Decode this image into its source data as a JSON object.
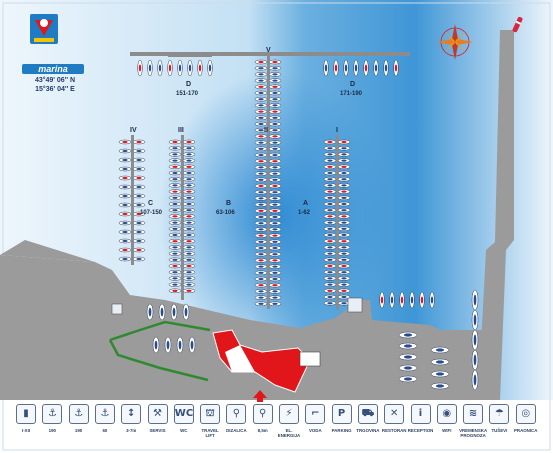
{
  "header": {
    "brand": "marina",
    "latitude": "43°49' 06'' N",
    "longitude": "15°36' 04'' E"
  },
  "piers": {
    "roman": [
      "IV",
      "III",
      "II",
      "I",
      "V"
    ],
    "zones": [
      {
        "letter": "A",
        "range": "1-62"
      },
      {
        "letter": "B",
        "range": "63-106"
      },
      {
        "letter": "C",
        "range": "107-150"
      },
      {
        "letter": "D",
        "range": "151-170"
      },
      {
        "letter": "D",
        "range": "171-190"
      }
    ]
  },
  "legend": [
    {
      "icon": "calendar-icon",
      "glyph": "▮",
      "label": "I-XII"
    },
    {
      "icon": "capacity-icon",
      "glyph": "⚓",
      "label": "190"
    },
    {
      "icon": "anchor-icon",
      "glyph": "⚓",
      "label": "190"
    },
    {
      "icon": "anchor-small-icon",
      "glyph": "⚓",
      "label": "60"
    },
    {
      "icon": "depth-icon",
      "glyph": "↕",
      "label": "3-7m"
    },
    {
      "icon": "service-icon",
      "glyph": "⚒",
      "label": "SERVIS"
    },
    {
      "icon": "wc-icon",
      "glyph": "WC",
      "label": "WC"
    },
    {
      "icon": "travel-lift-icon",
      "glyph": "⛫",
      "label": "TRAVEL\nLIFT"
    },
    {
      "icon": "crane-icon",
      "glyph": "⚲",
      "label": "DIZALICA"
    },
    {
      "icon": "crane-load-icon",
      "glyph": "⚲",
      "label": "8,5m"
    },
    {
      "icon": "electricity-icon",
      "glyph": "⚡",
      "label": "EL.\nENERGIJA"
    },
    {
      "icon": "water-icon",
      "glyph": "⌐",
      "label": "VODA"
    },
    {
      "icon": "parking-icon",
      "glyph": "P",
      "label": "PARKING"
    },
    {
      "icon": "shop-icon",
      "glyph": "⛟",
      "label": "TRGOVINA"
    },
    {
      "icon": "restaurant-icon",
      "glyph": "✕",
      "label": "RESTORAN"
    },
    {
      "icon": "reception-icon",
      "glyph": "i",
      "label": "RECEPTION"
    },
    {
      "icon": "wifi-icon",
      "glyph": "◉",
      "label": "WIFI"
    },
    {
      "icon": "weather-icon",
      "glyph": "≋",
      "label": "VREMENSKA\nPROGNOZA"
    },
    {
      "icon": "shower-icon",
      "glyph": "☂",
      "label": "TUŠEVI"
    },
    {
      "icon": "laundry-icon",
      "glyph": "◎",
      "label": "PRAONICA"
    }
  ],
  "colors": {
    "water_light": "#eaf4fb",
    "water_deep": "#5fa8dc",
    "pier": "#8c8c8c",
    "land": "#9e9e9e",
    "building": "#e0161b",
    "grass": "#3a8a3a"
  }
}
